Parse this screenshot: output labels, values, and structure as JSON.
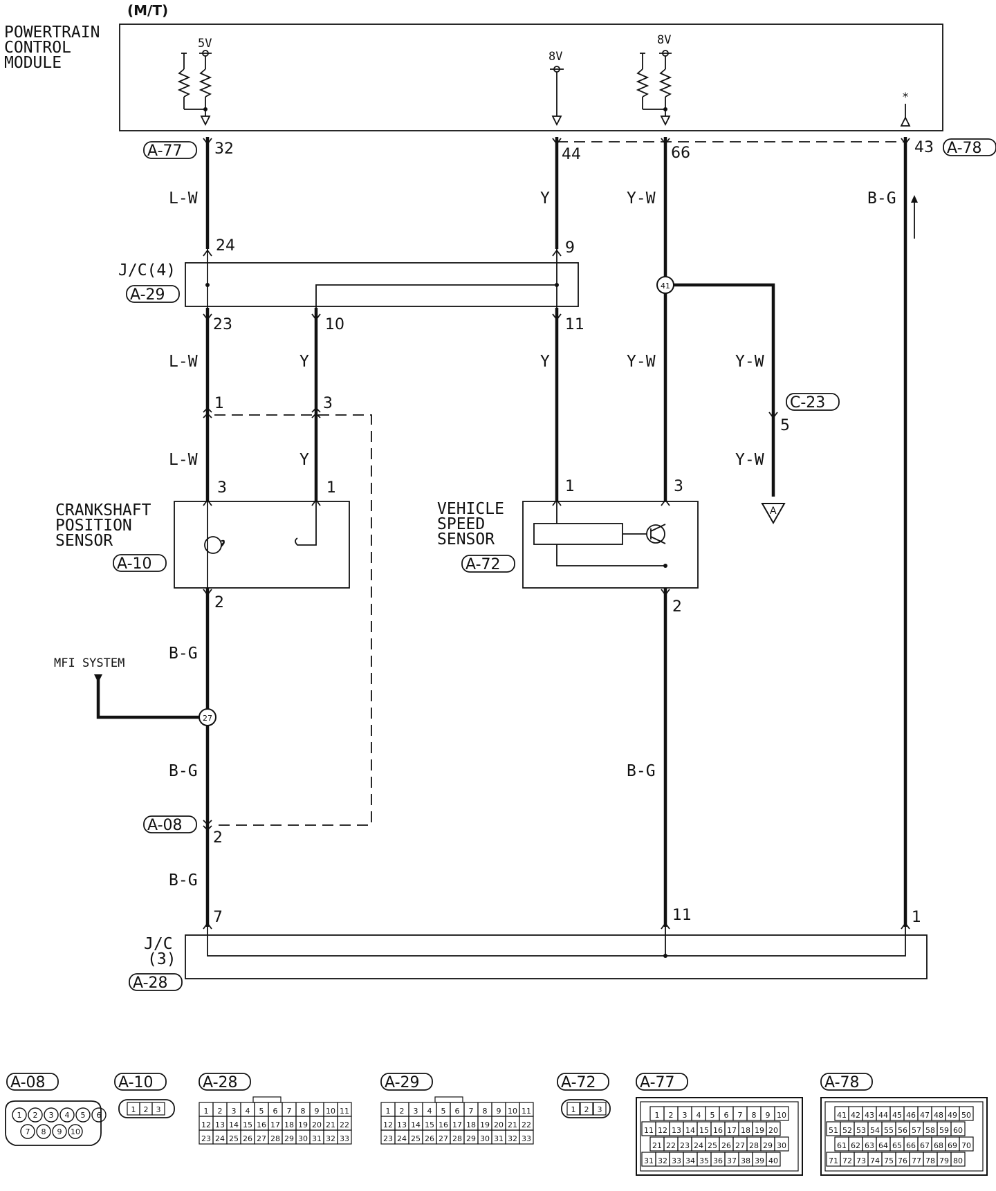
{
  "title": "(M/T)",
  "modules": {
    "pcm": [
      "POWERTRAIN",
      "CONTROL",
      "MODULE"
    ],
    "crank": [
      "CRANKSHAFT",
      "POSITION",
      "SENSOR"
    ],
    "vss": [
      "VEHICLE",
      "SPEED",
      "SENSOR"
    ]
  },
  "voltages": {
    "v5": "5V",
    "v8a": "8V",
    "v8b": "8V",
    "g": "*"
  },
  "connectors": {
    "a77": "A-77",
    "a78": "A-78",
    "a29": "A-29",
    "a28": "A-28",
    "a10": "A-10",
    "a72": "A-72",
    "a08": "A-08",
    "c23": "C-23"
  },
  "jc4": "J/C(4)",
  "jc3": [
    "J/C",
    "(3)"
  ],
  "mfi": "MFI SYSTEM",
  "ground_symbol": "A",
  "splices": {
    "s41": "41",
    "s27": "27"
  },
  "wires": {
    "lw1": "L-W",
    "lw2": "L-W",
    "lw3": "L-W",
    "y1": "Y",
    "y2": "Y",
    "y3": "Y",
    "y4": "Y",
    "yw1": "Y-W",
    "yw2": "Y-W",
    "yw3": "Y-W",
    "yw4": "Y-W",
    "bg1": "B-G",
    "bg2": "B-G",
    "bg3": "B-G",
    "bg4": "B-G",
    "bg5": "B-G"
  },
  "pins": {
    "p32": "32",
    "p44": "44",
    "p66": "66",
    "p43": "43",
    "p24": "24",
    "p9": "9",
    "p23": "23",
    "p10": "10",
    "p11a": "11",
    "p5": "5",
    "p1a": "1",
    "p3a": "3",
    "p3b": "3",
    "p1b": "1",
    "p1c": "1",
    "p3c": "3",
    "p2a": "2",
    "p2b": "2",
    "p2c": "2",
    "p7": "7",
    "p11b": "11",
    "p1d": "1"
  },
  "legend": {
    "a08": {
      "label": "A-08",
      "pins": [
        "1",
        "2",
        "3",
        "4",
        "5",
        "6",
        "7",
        "8",
        "9",
        "10"
      ]
    },
    "a10": {
      "label": "A-10",
      "pins": [
        "1",
        "2",
        "3"
      ]
    },
    "a28": {
      "label": "A-28",
      "pins": [
        "1",
        "2",
        "3",
        "4",
        "5",
        "6",
        "7",
        "8",
        "9",
        "10",
        "11",
        "12",
        "13",
        "14",
        "15",
        "16",
        "17",
        "18",
        "19",
        "20",
        "21",
        "22",
        "23",
        "24",
        "25",
        "26",
        "27",
        "28",
        "29",
        "30",
        "31",
        "32",
        "33"
      ]
    },
    "a29": {
      "label": "A-29",
      "pins": [
        "1",
        "2",
        "3",
        "4",
        "5",
        "6",
        "7",
        "8",
        "9",
        "10",
        "11",
        "12",
        "13",
        "14",
        "15",
        "16",
        "17",
        "18",
        "19",
        "20",
        "21",
        "22",
        "23",
        "24",
        "25",
        "26",
        "27",
        "28",
        "29",
        "30",
        "31",
        "32",
        "33"
      ]
    },
    "a72": {
      "label": "A-72",
      "pins": [
        "1",
        "2",
        "3"
      ]
    },
    "a77": {
      "label": "A-77",
      "pins": [
        "1",
        "2",
        "3",
        "4",
        "5",
        "6",
        "7",
        "8",
        "9",
        "10",
        "11",
        "12",
        "13",
        "14",
        "15",
        "16",
        "17",
        "18",
        "19",
        "20",
        "21",
        "22",
        "23",
        "24",
        "25",
        "26",
        "27",
        "28",
        "29",
        "30",
        "31",
        "32",
        "33",
        "34",
        "35",
        "36",
        "37",
        "38",
        "39",
        "40"
      ]
    },
    "a78": {
      "label": "A-78",
      "pins": [
        "41",
        "42",
        "43",
        "44",
        "45",
        "46",
        "47",
        "48",
        "49",
        "50",
        "51",
        "52",
        "53",
        "54",
        "55",
        "56",
        "57",
        "58",
        "59",
        "60",
        "61",
        "62",
        "63",
        "64",
        "65",
        "66",
        "67",
        "68",
        "69",
        "70",
        "71",
        "72",
        "73",
        "74",
        "75",
        "76",
        "77",
        "78",
        "79",
        "80"
      ]
    }
  }
}
